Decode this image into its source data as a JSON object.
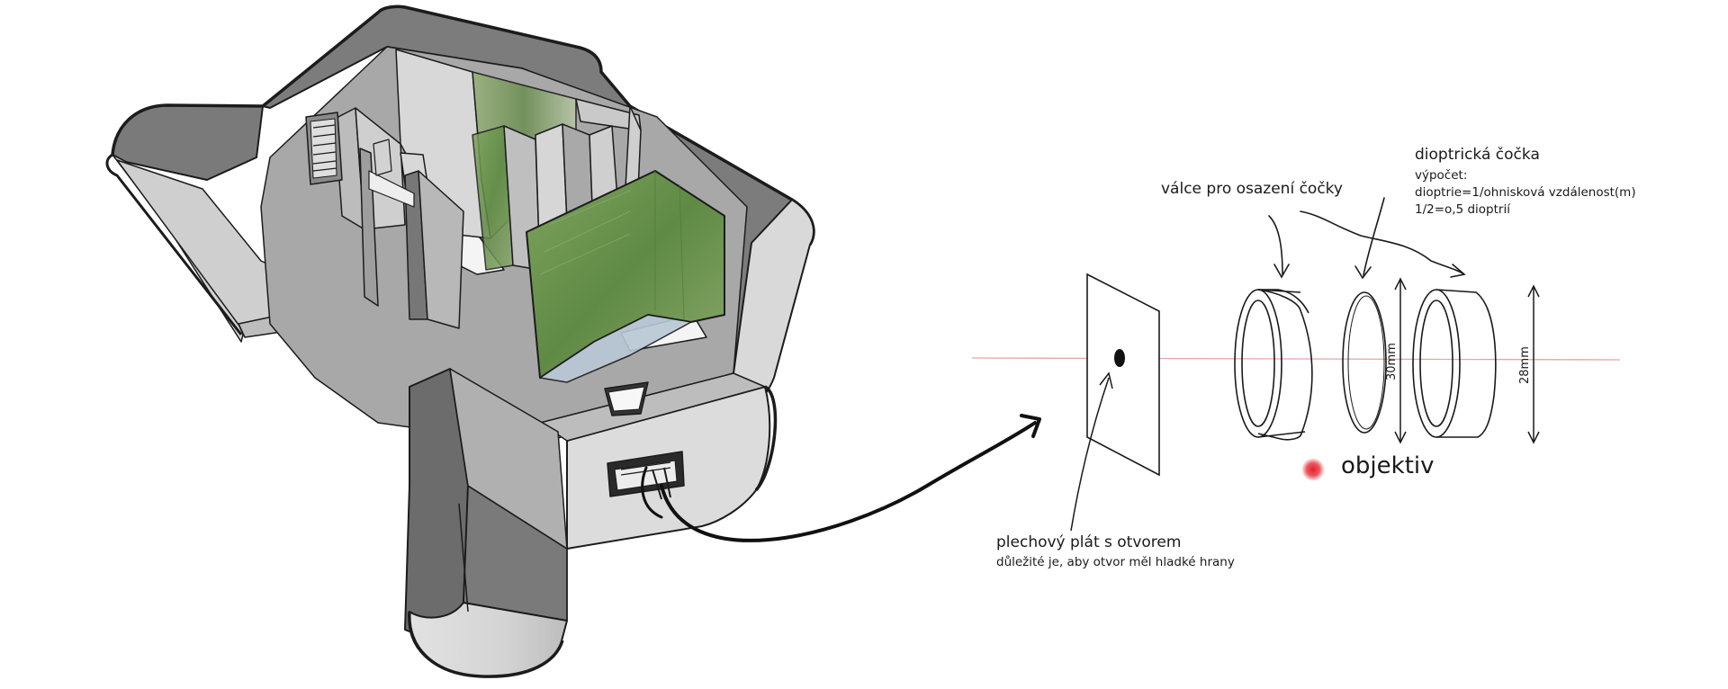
{
  "labels": {
    "lens_title": "dioptrická čočka",
    "lens_calc_1": "výpočet:",
    "lens_calc_2": "dioptrie=1/ohnisková vzdálenost(m)",
    "lens_calc_3": "1/2=o,5 dioptrií",
    "cylinders": "válce pro osazení čočky",
    "plate_title": "plechový plát s otvorem",
    "plate_note": "důležité je, aby otvor měl hladké hrany",
    "objective": "objektiv",
    "dim_30": "30mm",
    "dim_28": "28mm"
  },
  "colors": {
    "optical_axis": "#e8a5a5",
    "objective_marker": "#e5202a",
    "wall_dark": "#777777",
    "wall_light": "#dadada",
    "floor": "#a9a9a9",
    "vegetation": "#6f9450"
  }
}
